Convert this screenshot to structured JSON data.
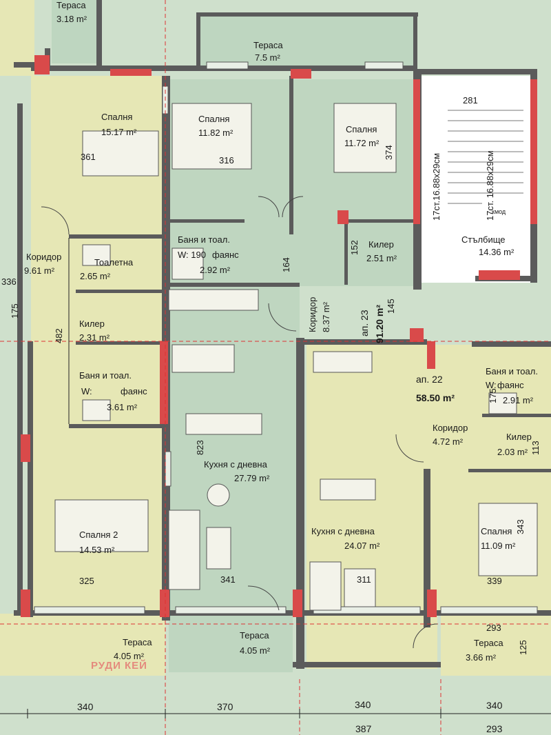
{
  "apartments": {
    "ap23": {
      "label": "ап. 23",
      "area": "91.20 m²"
    },
    "ap22": {
      "label": "ап. 22",
      "area": "58.50 m²"
    }
  },
  "rooms": {
    "terrace_top_left": {
      "name": "Тераса",
      "area": "3.18 m²"
    },
    "terrace_top": {
      "name": "Тераса",
      "area": "7.5 m²"
    },
    "bedroom_15": {
      "name": "Спалня",
      "area": "15.17 m²"
    },
    "bedroom_1182": {
      "name": "Спалня",
      "area": "11.82 m²"
    },
    "bedroom_1172": {
      "name": "Спалня",
      "area": "11.72 m²"
    },
    "stairs": {
      "name": "Стълбище",
      "area": "14.36 m²"
    },
    "corridor_left": {
      "name": "Коридор",
      "area": "9.61 m²"
    },
    "toilet": {
      "name": "Тоалетна",
      "area": "2.65 m²"
    },
    "bath_small": {
      "name": "Баня и тоал.",
      "w": "W: 190",
      "tiles": "фаянс",
      "area": "2.92 m²"
    },
    "pantry_top": {
      "name": "Килер",
      "area": "2.51 m²"
    },
    "pantry_left": {
      "name": "Килер",
      "area": "2.31 m²"
    },
    "corridor_mid": {
      "name": "Коридор",
      "area": "8.37 m²"
    },
    "bath_left": {
      "name": "Баня и тоал.",
      "w": "W:",
      "tiles": "фаянс",
      "area": "3.61 m²"
    },
    "kitchen_mid": {
      "name": "Кухня с дневна",
      "area": "27.79 m²"
    },
    "bath_right": {
      "name": "Баня и тоал.",
      "w": "W:",
      "tiles": "фаянс",
      "area": "2.91 m²"
    },
    "corridor_right": {
      "name": "Коридор",
      "area": "4.72 m²"
    },
    "pantry_right": {
      "name": "Килер",
      "area": "2.03 m²"
    },
    "bedroom2": {
      "name": "Спалня 2",
      "area": "14.53 m²"
    },
    "kitchen_right": {
      "name": "Кухня с дневна",
      "area": "24.07 m²"
    },
    "bedroom_1109": {
      "name": "Спалня",
      "area": "11.09 m²"
    },
    "terrace_bl": {
      "name": "Тераса",
      "area": "4.05 m²"
    },
    "terrace_bm": {
      "name": "Тераса",
      "area": "4.05 m²"
    },
    "terrace_br": {
      "name": "Тераса",
      "area": "3.66 m²"
    }
  },
  "dimensions": {
    "d281": "281",
    "d361": "361",
    "d316": "316",
    "d374": "374",
    "d336": "336",
    "d175a": "175",
    "d164": "164",
    "d152": "152",
    "d482": "482",
    "d145": "145",
    "d175b": "175",
    "d113": "113",
    "d823": "823",
    "d343": "343",
    "d325": "325",
    "d341": "341",
    "d311": "311",
    "d339": "339",
    "d293a": "293",
    "d125": "125",
    "bottom1": [
      "340",
      "370",
      "340",
      "340"
    ],
    "bottom2": [
      "387",
      "293"
    ]
  },
  "stairs_labels": {
    "steps1": "17ст.16.88x29см",
    "steps2": "17ст. 16.88x29см",
    "mark": "кмод"
  },
  "watermark": "РУДИ КЕЙ",
  "colors": {
    "wall": "#5a5a5a",
    "column": "#d94a4a",
    "room_a": "#e8e8b4",
    "room_b": "#bfd6c0",
    "dimline": "#d33"
  }
}
